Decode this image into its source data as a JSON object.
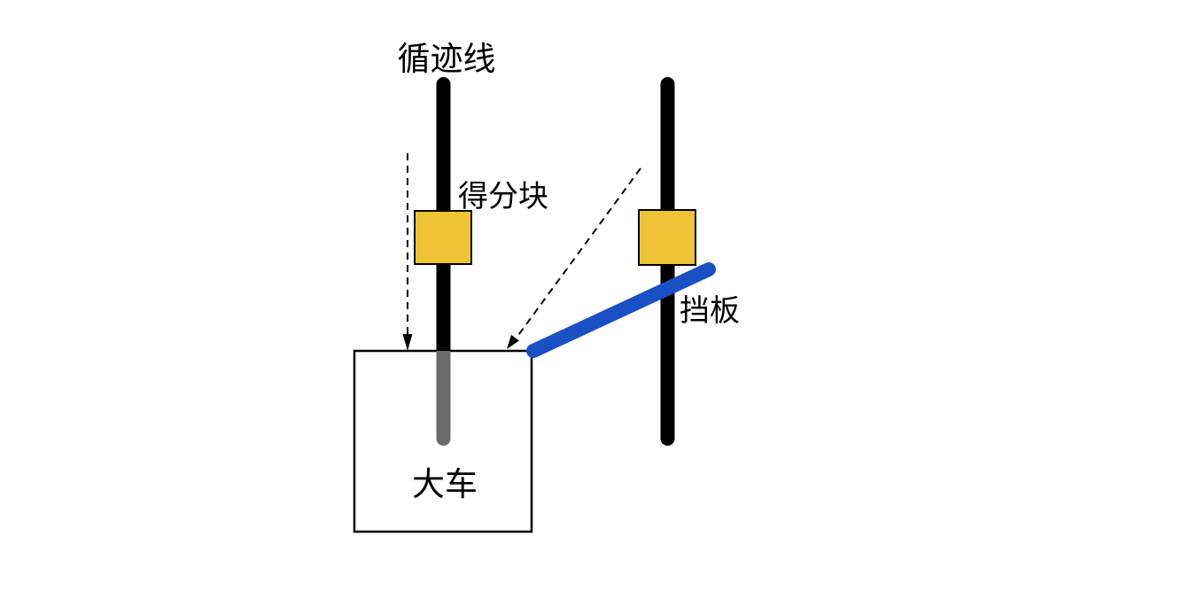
{
  "diagram": {
    "labels": {
      "track_line": "循迹线",
      "score_block": "得分块",
      "baffle": "挡板",
      "cart": "大车"
    },
    "colors": {
      "background": "#FFFFFF",
      "track_line": "#000000",
      "track_line_inside_cart": "#6B6B6B",
      "score_block_fill": "#EEC335",
      "score_block_border": "#000000",
      "baffle_blue": "#1B50C4",
      "cart_border": "#000000",
      "arrow_dashed": "#000000"
    }
  }
}
